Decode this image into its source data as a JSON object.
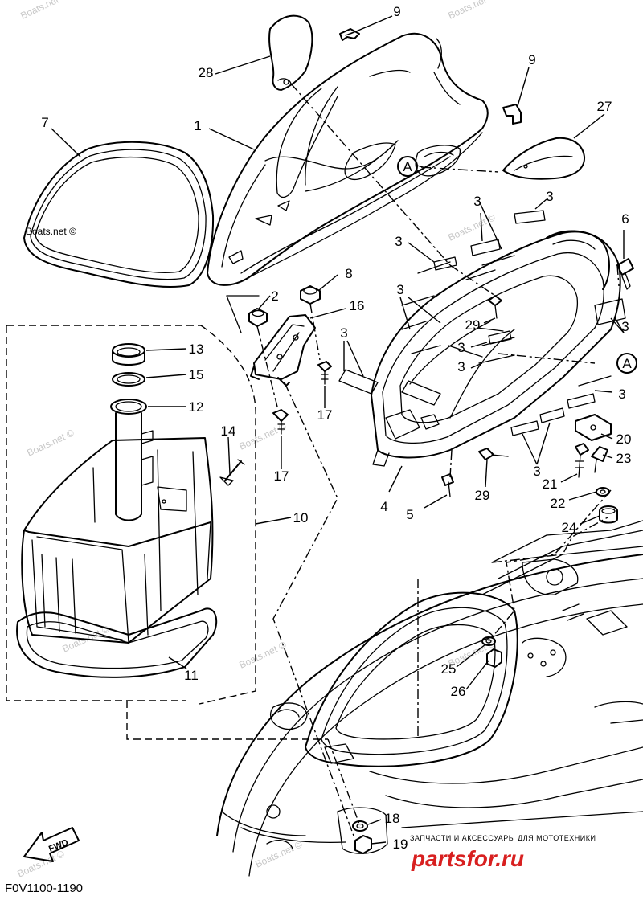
{
  "callouts": {
    "c1": "1",
    "c2": "2",
    "c3": "3",
    "c4": "4",
    "c5": "5",
    "c6": "6",
    "c7": "7",
    "c8": "8",
    "c9": "9",
    "c10": "10",
    "c11": "11",
    "c12": "12",
    "c13": "13",
    "c14": "14",
    "c15": "15",
    "c16": "16",
    "c17": "17",
    "c18": "18",
    "c19": "19",
    "c20": "20",
    "c21": "21",
    "c22": "22",
    "c23": "23",
    "c24": "24",
    "c25": "25",
    "c26": "26",
    "c27": "27",
    "c28": "28",
    "c29": "29"
  },
  "reference_mark": "A",
  "fwd_label": "FWD",
  "watermark": "Boats.net ©",
  "diagram_code": "F0V1100-1190",
  "promo": {
    "tagline": "ЗАПЧАСТИ И АКСЕССУАРЫ ДЛЯ МОТОТЕХНИКИ",
    "site": "partsfor.ru"
  }
}
